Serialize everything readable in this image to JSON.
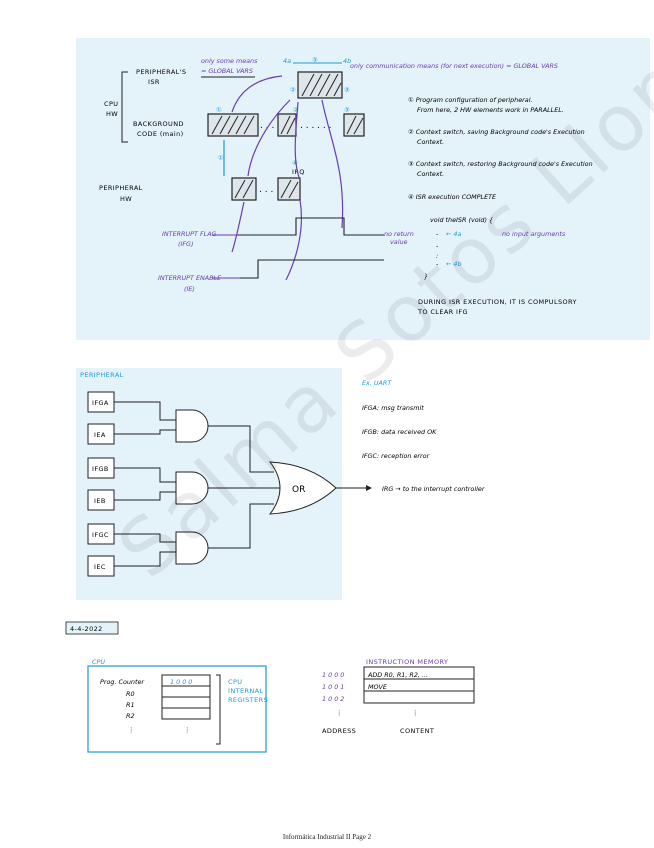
{
  "top_diagram": {
    "label_peripheral_isr": "PERIPHERAL'S\nISR",
    "label_cpu_hw": "CPU\nHW",
    "label_background": "BACKGROUND\nCODE (main)",
    "label_peripheral_hw": "PERIPHERAL\nHW",
    "note_global_vars_left": "only some means\n= GLOBAL VARS",
    "note_global_vars_right": "only communication means (for next execution) = GLOBAL VARS",
    "marker_4a": "4a",
    "marker_4b": "4b",
    "irq_label": "IRQ",
    "interrupt_flag": "INTERRUPT FLAG\n(IFG)",
    "interrupt_enable": "INTERRUPT ENABLE\n(IE)",
    "steps": [
      "① Program configuration of peripheral.\n   From here, 2 HW elements work in PARALLEL.",
      "② Context switch, saving Background code's Execution\n   Context.",
      "③ Context switch, restoring Background code's Execution\n   Context.",
      "④ ISR execution COMPLETE"
    ],
    "code_signature": "void theISR (void) {",
    "code_no_return": "no return\nvalue",
    "code_no_input": "no input arguments",
    "code_close": "}",
    "isr_note": "DURING ISR EXECUTION, IT IS COMPULSORY\nTO CLEAR IFG"
  },
  "peripheral_diagram": {
    "title": "PERIPHERAL",
    "inputs": [
      "IFGA",
      "IEA",
      "IFGB",
      "IEB",
      "IFGC",
      "IEC"
    ],
    "or_label": "OR",
    "example_title": "Ex. UART",
    "examples": [
      "IFGA: msg transmit",
      "IFGB: data received OK",
      "IFGC: reception error"
    ],
    "irq_output": "IRG → to the interrupt controller"
  },
  "date": "4-4-2022",
  "cpu": {
    "title": "CPU",
    "registers": [
      "Prog. Counter",
      "R0",
      "R1",
      "R2",
      "⋮"
    ],
    "pc_value": "1 0 0 0",
    "internal_label": "CPU\nINTERNAL\nREGISTERS"
  },
  "instruction_memory": {
    "title": "INSTRUCTION MEMORY",
    "addresses": [
      "1 0 0 0",
      "1 0 0 1",
      "1 0 0 2"
    ],
    "contents": [
      "ADD    R0, R1, R2, ...",
      "MOVE",
      ""
    ],
    "address_label": "ADDRESS",
    "content_label": "CONTENT"
  },
  "watermark": "Salma Sotos Llopis",
  "footer": "Informática Industrial II Page 2"
}
